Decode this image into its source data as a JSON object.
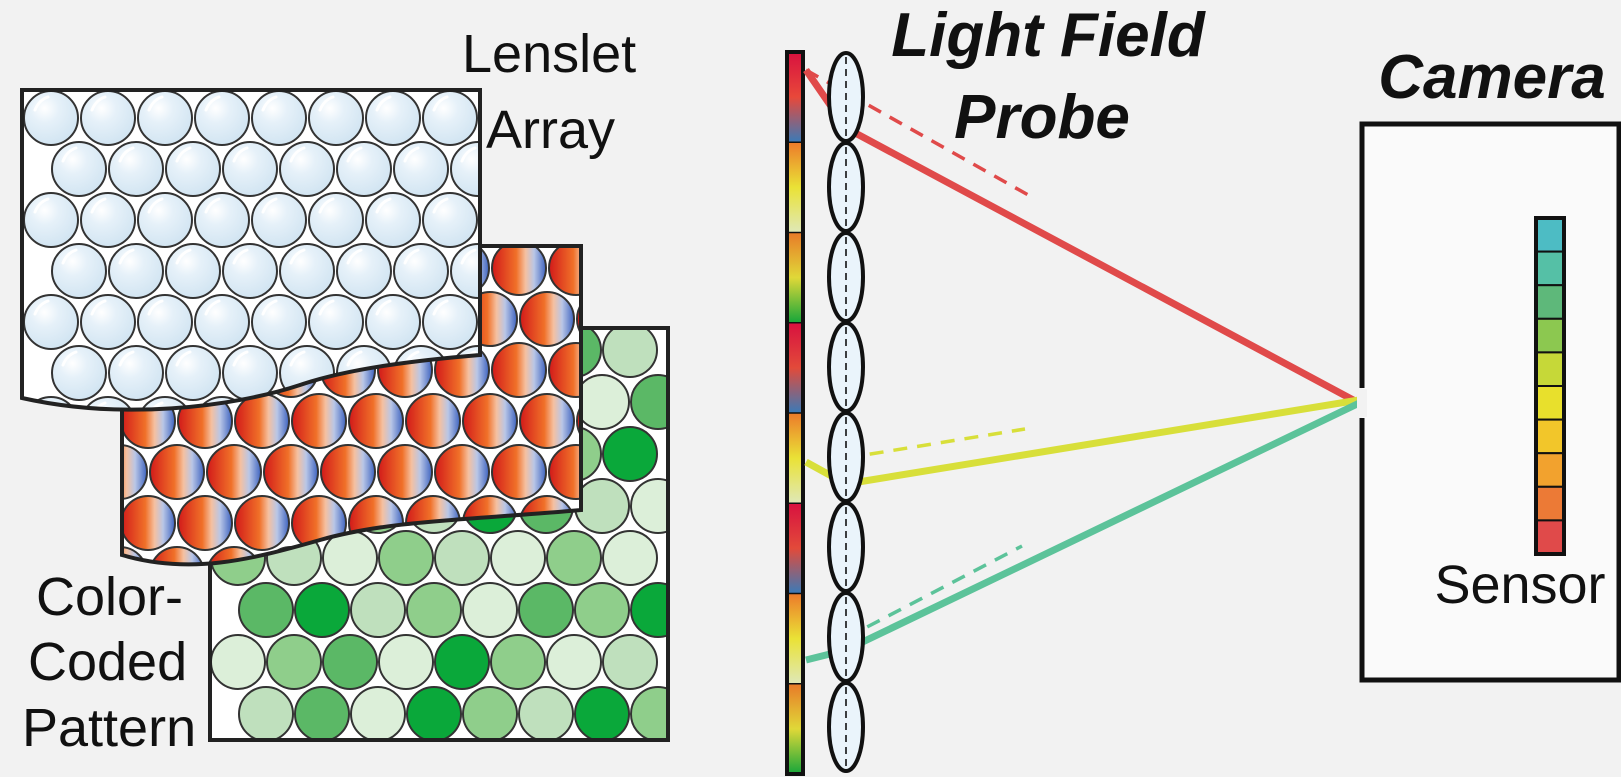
{
  "labels": {
    "lenslet_line1": "Lenslet",
    "lenslet_line2": "Array",
    "color_line1": "Color-",
    "color_line2": "Coded",
    "color_line3": "Pattern",
    "probe_line1": "Light Field",
    "probe_line2": "Probe",
    "camera": "Camera",
    "sensor": "Sensor"
  },
  "colors": {
    "background": "#f2f2f2",
    "lens_fill": "#dcebf6",
    "ray_red": "#e04a4a",
    "ray_yellow": "#d8df3a",
    "ray_teal": "#5cc39a",
    "green_dark": "#0aa83a",
    "green_mid": "#5bb866",
    "green_light": "#8fce8b",
    "green_pale": "#bfe0bd",
    "green_faint": "#dcefd9"
  },
  "green_rows": [
    [
      "pale",
      "faint",
      "pale",
      "mid",
      "faint",
      "pale",
      "mid",
      "pale"
    ],
    [
      "mid",
      "faint",
      "pale",
      "faint",
      "mid",
      "light",
      "faint",
      "mid"
    ],
    [
      "dark",
      "light",
      "mid",
      "light",
      "faint",
      "dark",
      "light",
      "dark"
    ],
    [
      "pale",
      "dark",
      "light",
      "pale",
      "dark",
      "mid",
      "pale",
      "faint"
    ],
    [
      "light",
      "pale",
      "faint",
      "light",
      "pale",
      "faint",
      "light",
      "faint"
    ],
    [
      "mid",
      "dark",
      "pale",
      "light",
      "faint",
      "mid",
      "light",
      "dark"
    ],
    [
      "faint",
      "light",
      "mid",
      "faint",
      "dark",
      "light",
      "faint",
      "pale"
    ],
    [
      "pale",
      "mid",
      "faint",
      "dark",
      "light",
      "pale",
      "dark",
      "light"
    ]
  ],
  "sensor_pixels": [
    "#4dbcc4",
    "#55c0a6",
    "#5eb87a",
    "#8cc850",
    "#c6d838",
    "#e8e02c",
    "#f2c62a",
    "#f2a22e",
    "#ec7a36",
    "#e04a4a"
  ],
  "strip_segments": [
    [
      "#d8113f",
      "#e8483a",
      "#3a7ab8"
    ],
    [
      "#ec7a2a",
      "#eae236",
      "#dfe8b8"
    ],
    [
      "#e87a28",
      "#e0d838",
      "#16a63a"
    ],
    [
      "#d8113f",
      "#e24a3a",
      "#3a7ab8"
    ],
    [
      "#ec7a2a",
      "#eae236",
      "#dfe8b8"
    ],
    [
      "#d8113f",
      "#e24a3a",
      "#3a7ab8"
    ],
    [
      "#ec7a2a",
      "#eae236",
      "#dfe8b8"
    ],
    [
      "#e87a28",
      "#e0d838",
      "#16a63a"
    ]
  ]
}
